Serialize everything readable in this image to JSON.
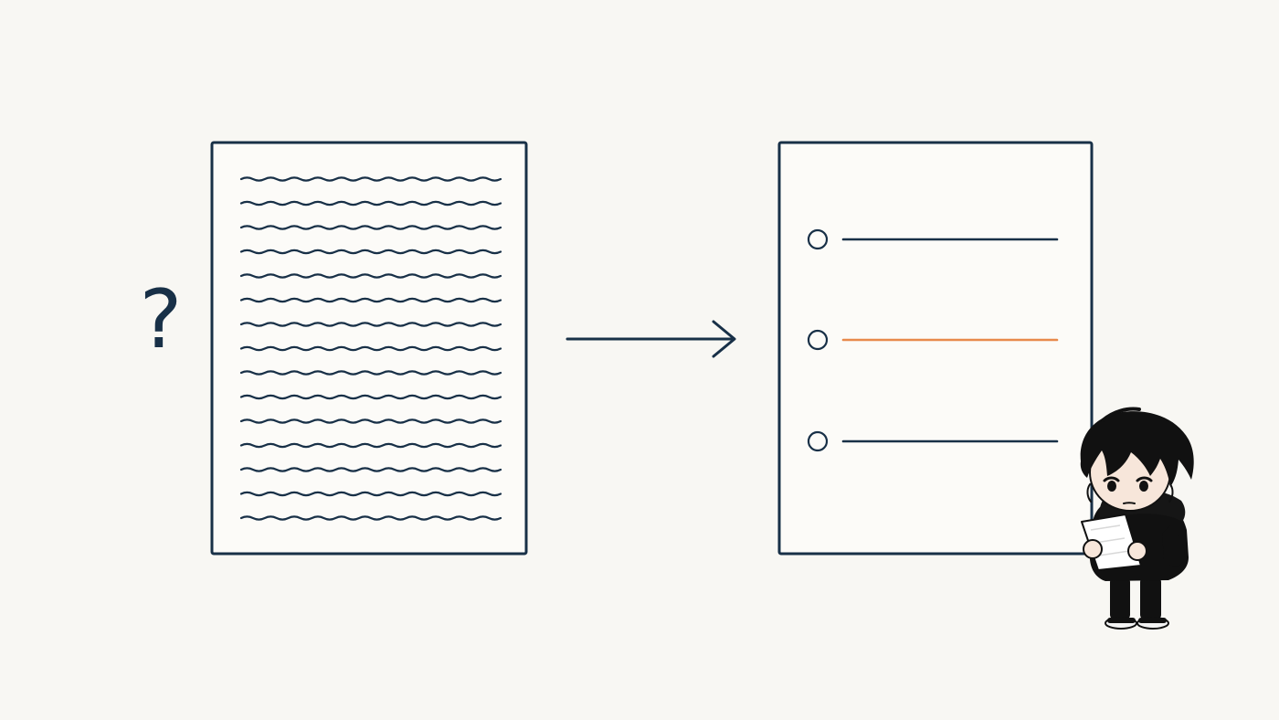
{
  "diagram": {
    "question_glyph": "?",
    "source_document": {
      "kind": "dense-text-page",
      "text_rows": 15
    },
    "result_document": {
      "kind": "bullet-list-page",
      "items": [
        {
          "state": "normal"
        },
        {
          "state": "highlighted"
        },
        {
          "state": "normal"
        }
      ]
    },
    "character": {
      "kind": "reader-holding-paper",
      "expression": "tired"
    }
  },
  "colors": {
    "background": "#f8f7f3",
    "ink": "#183047",
    "highlight": "#e88a4c",
    "paper": "#fcfbf8",
    "character_dark": "#111111",
    "skin": "#f7e6da"
  },
  "icons": {
    "question": "question-mark-icon",
    "arrow": "arrow-right-icon",
    "bullet": "circle-bullet-icon"
  }
}
